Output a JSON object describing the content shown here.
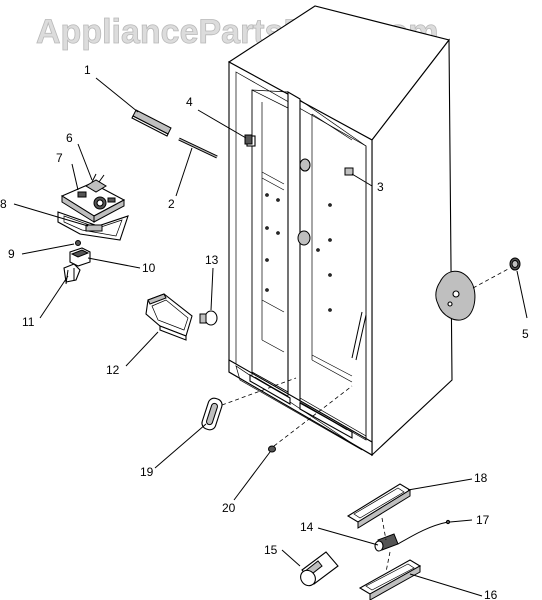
{
  "watermark": "AppliancePartsPros.com",
  "callouts": [
    {
      "id": "c1",
      "label": "1"
    },
    {
      "id": "c2",
      "label": "2"
    },
    {
      "id": "c3",
      "label": "3"
    },
    {
      "id": "c4",
      "label": "4"
    },
    {
      "id": "c5",
      "label": "5"
    },
    {
      "id": "c6",
      "label": "6"
    },
    {
      "id": "c7",
      "label": "7"
    },
    {
      "id": "c8",
      "label": "8"
    },
    {
      "id": "c9",
      "label": "9"
    },
    {
      "id": "c10",
      "label": "10"
    },
    {
      "id": "c11",
      "label": "11"
    },
    {
      "id": "c12",
      "label": "12"
    },
    {
      "id": "c13",
      "label": "13"
    },
    {
      "id": "c14",
      "label": "14"
    },
    {
      "id": "c15",
      "label": "15"
    },
    {
      "id": "c16",
      "label": "16"
    },
    {
      "id": "c17",
      "label": "17"
    },
    {
      "id": "c18",
      "label": "18"
    },
    {
      "id": "c19",
      "label": "19"
    },
    {
      "id": "c20",
      "label": "20"
    }
  ]
}
